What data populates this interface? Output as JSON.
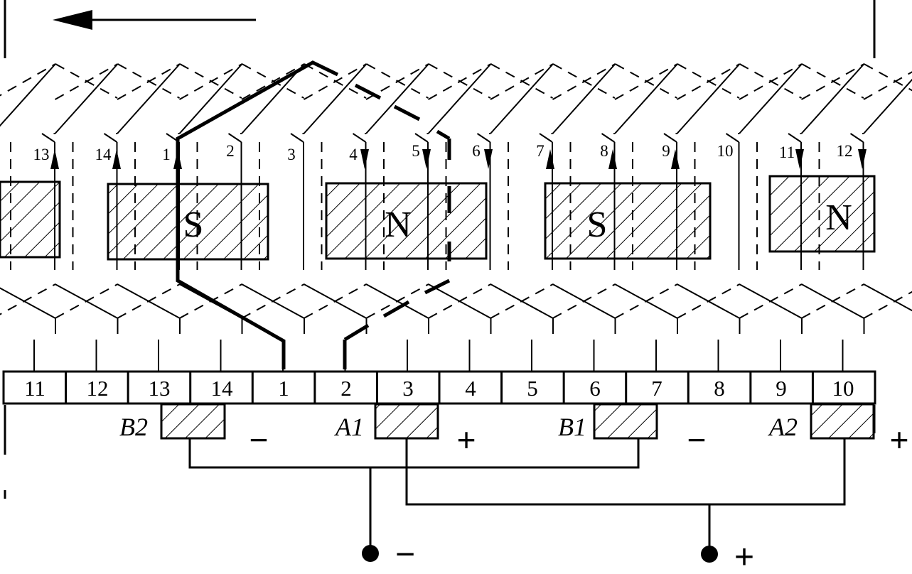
{
  "slot_labels": [
    "13",
    "14",
    "1",
    "2",
    "3",
    "4",
    "5",
    "6",
    "7",
    "8",
    "9",
    "10",
    "11",
    "12"
  ],
  "commutator_segments": [
    "11",
    "12",
    "13",
    "14",
    "1",
    "2",
    "3",
    "4",
    "5",
    "6",
    "7",
    "8",
    "9",
    "10"
  ],
  "poles": [
    {
      "label": ""
    },
    {
      "label": "S"
    },
    {
      "label": "N"
    },
    {
      "label": "S"
    },
    {
      "label": "N"
    }
  ],
  "brushes": [
    {
      "label": "B2",
      "sign": "−"
    },
    {
      "label": "A1",
      "sign": "+"
    },
    {
      "label": "B1",
      "sign": "−"
    },
    {
      "label": "A2",
      "sign": "+"
    }
  ],
  "terminals": [
    {
      "sign": "−"
    },
    {
      "sign": "+"
    }
  ],
  "motion_direction": "left",
  "colors": {
    "ink": "#000000",
    "background": "#ffffff"
  }
}
